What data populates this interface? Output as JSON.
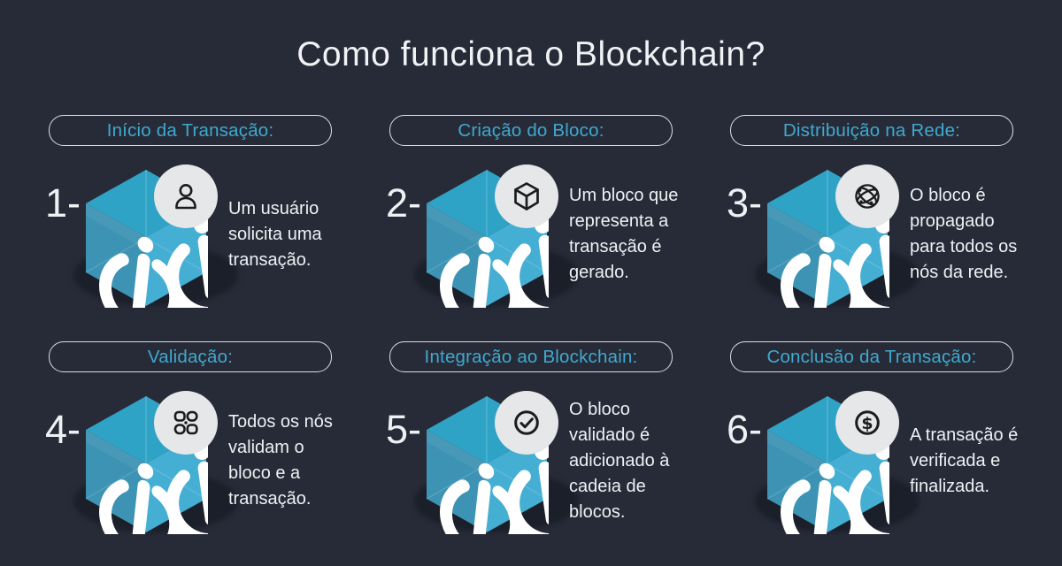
{
  "title": "Como funciona o Blockchain?",
  "colors": {
    "background": "#272b37",
    "accent_cyan": "#3fa9cf",
    "pill_border": "#d9dee4",
    "text": "#eef1f4",
    "cube_top": "#2fa3c6",
    "cube_left": "#3c93b3",
    "cube_right": "#45aed3",
    "cube_shadow": "#1b1f2a",
    "badge_background": "#e6e7e8",
    "badge_icon_stroke": "#1c1c1f"
  },
  "steps": [
    {
      "number": "1-",
      "label": "Início da Transação:",
      "description": "Um usuário solicita uma transação.",
      "icon": "user-icon"
    },
    {
      "number": "2-",
      "label": "Criação do Bloco:",
      "description": "Um bloco que representa a transação é gerado.",
      "icon": "cube-icon"
    },
    {
      "number": "3-",
      "label": "Distribuição na Rede:",
      "description": "O bloco é propagado para todos os nós da rede.",
      "icon": "network-globe-icon"
    },
    {
      "number": "4-",
      "label": "Validação:",
      "description": "Todos os nós validam o bloco e a transação.",
      "icon": "linked-nodes-icon"
    },
    {
      "number": "5-",
      "label": "Integração ao Blockchain:",
      "description": "O bloco validado é adicionado à cadeia de blocos.",
      "icon": "check-circle-icon"
    },
    {
      "number": "6-",
      "label": "Conclusão da Transação:",
      "description": "A transação é verificada e finalizada.",
      "icon": "dollar-circle-icon"
    }
  ]
}
